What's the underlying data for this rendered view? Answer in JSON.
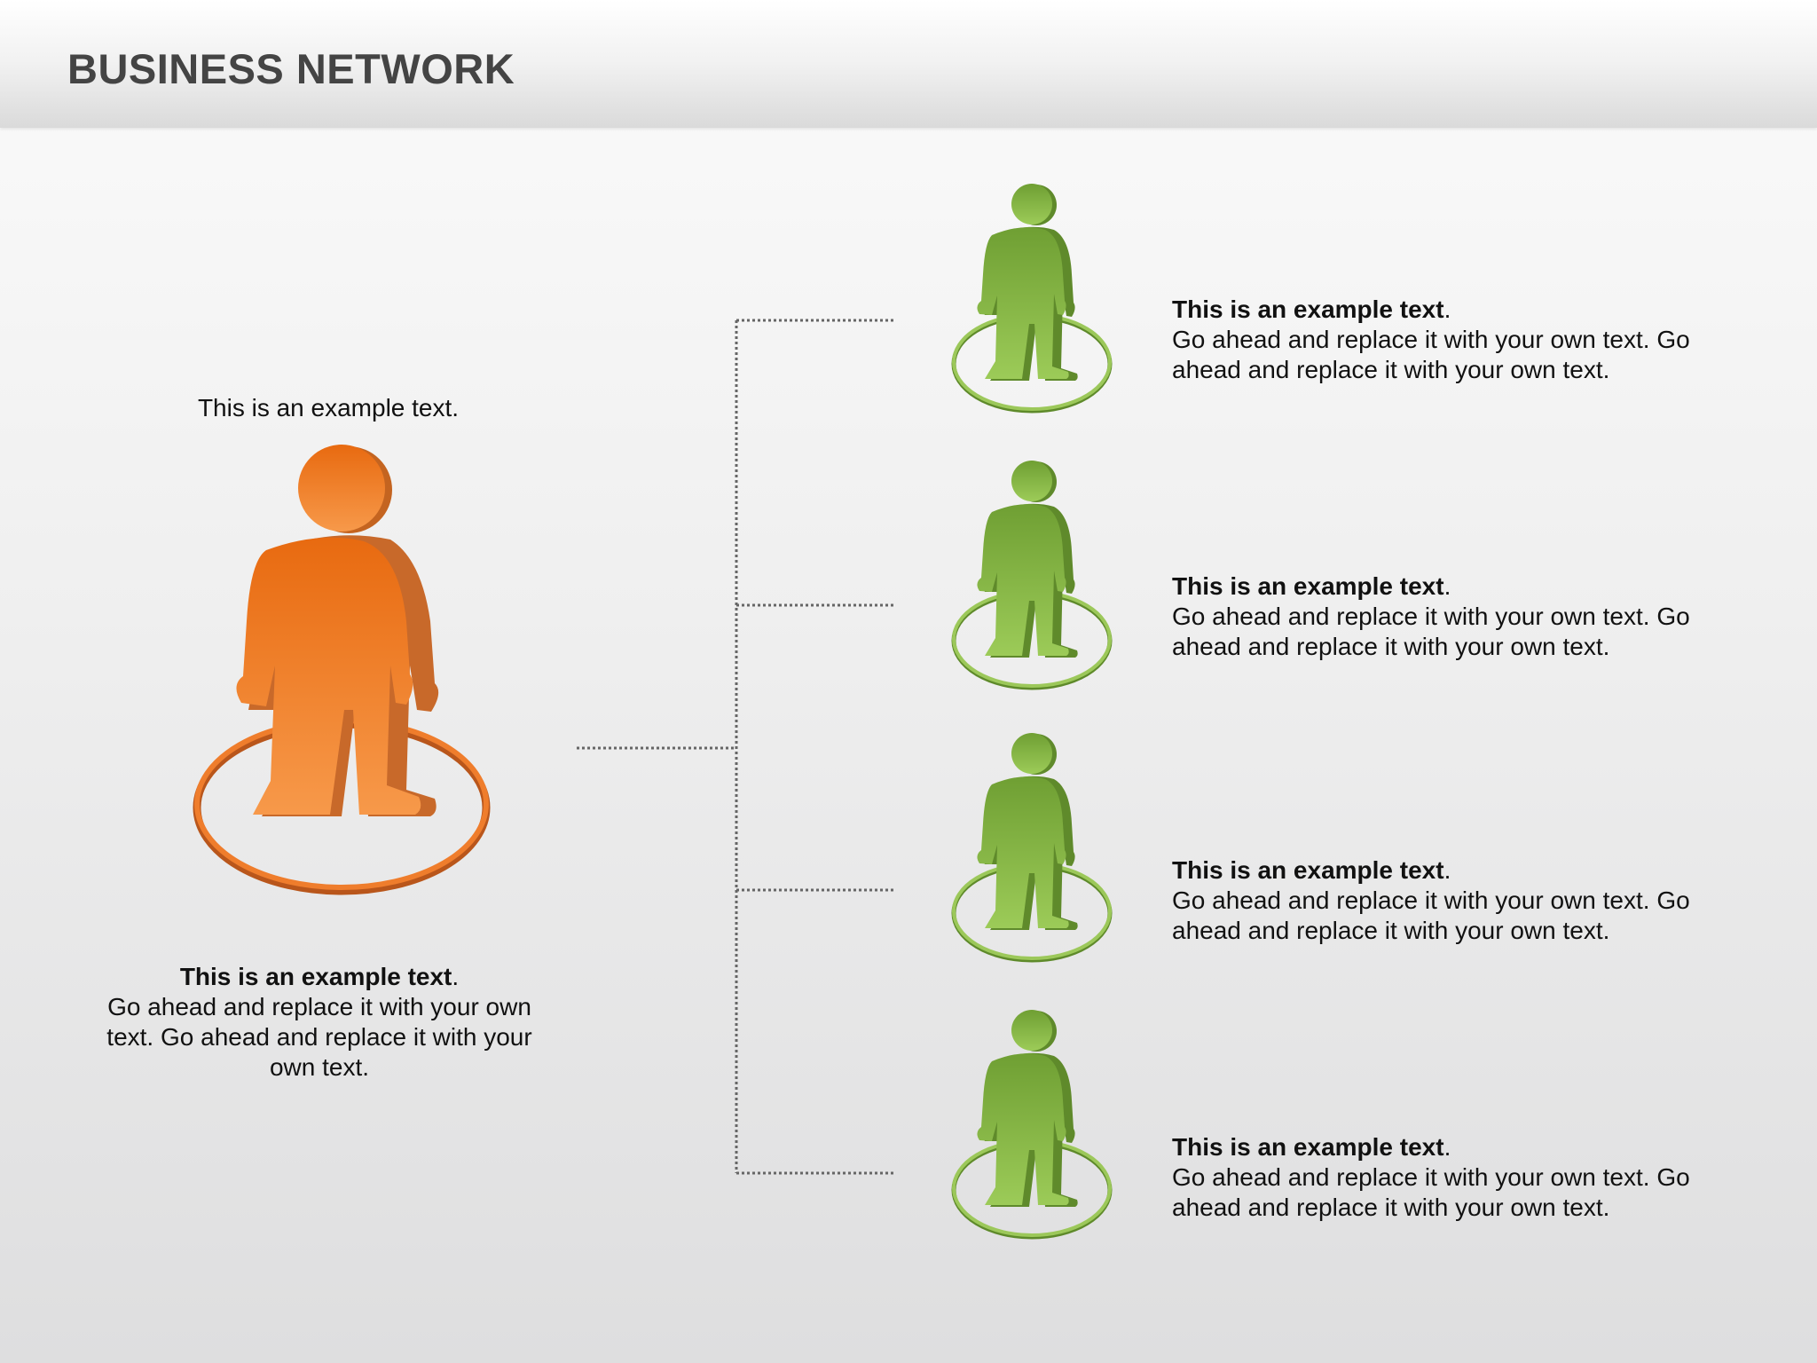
{
  "title": "BUSINESS NETWORK",
  "main": {
    "caption": "This is an example text.",
    "heading": "This is an example text",
    "heading_suffix": ".",
    "body": "Go ahead and replace it with your own text. Go ahead and replace it with your own text.",
    "color": "#f07f27"
  },
  "nodes": [
    {
      "heading": "This is an example text",
      "heading_suffix": ".",
      "body_line1": "Go ahead and replace it with your own text. Go",
      "body_line2": "ahead and replace it with your own text."
    },
    {
      "heading": "This is an example text",
      "heading_suffix": ".",
      "body_line1": "Go ahead and replace it with your own text. Go",
      "body_line2": "ahead and replace it with your own text."
    },
    {
      "heading": "This is an example text",
      "heading_suffix": ".",
      "body_line1": "Go ahead and replace it with your own text. Go",
      "body_line2": "ahead and replace it with your own text."
    },
    {
      "heading": "This is an example text",
      "heading_suffix": ".",
      "body_line1": "Go ahead and replace it with your own text. Go",
      "body_line2": "ahead and replace it with your own text."
    }
  ],
  "colors": {
    "main_figure": "#f07f27",
    "node_figure": "#7fb043",
    "connector": "#666666"
  }
}
